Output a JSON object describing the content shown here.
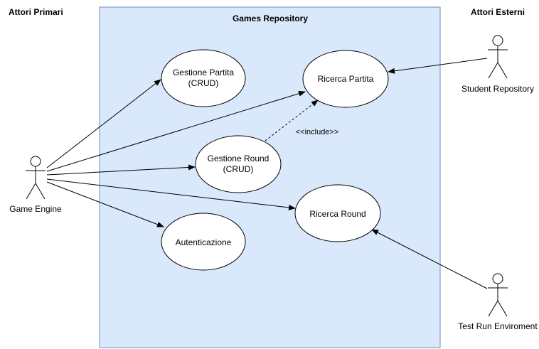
{
  "headers": {
    "primary_actors": "Attori Primari",
    "system": "Games Repository",
    "external_actors": "Attori Esterni"
  },
  "actors": {
    "game_engine": "Game Engine",
    "student_repository": "Student Repository",
    "test_run_environment": "Test Run Enviroment"
  },
  "use_cases": {
    "gestione_partita_line1": "Gestione Partita",
    "gestione_partita_line2": "(CRUD)",
    "ricerca_partita": "Ricerca Partita",
    "gestione_round_line1": "Gestione Round",
    "gestione_round_line2": "(CRUD)",
    "ricerca_round": "Ricerca Round",
    "autenticazione": "Autenticazione"
  },
  "relations": {
    "include_label": "<<include>>"
  },
  "colors": {
    "system_fill": "#dae8fc",
    "system_stroke": "#6c8ebf",
    "stroke": "#000000",
    "background": "#ffffff"
  }
}
